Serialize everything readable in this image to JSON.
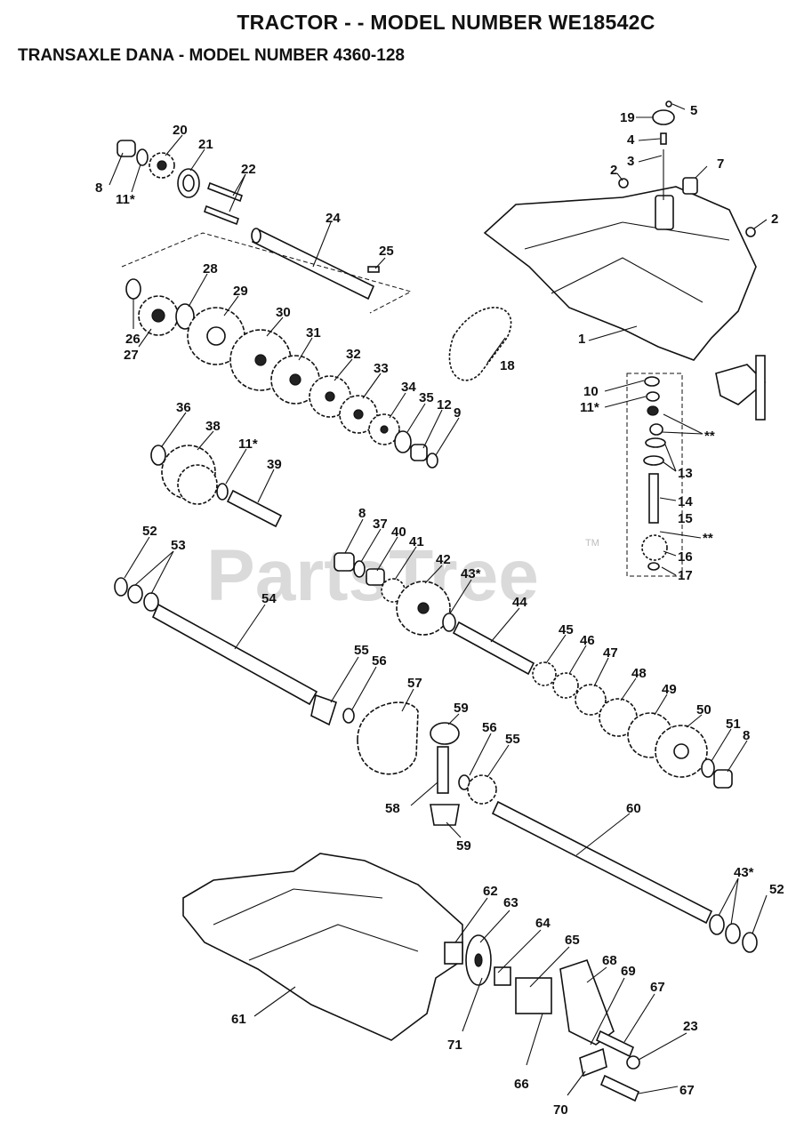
{
  "header": {
    "title": "TRACTOR - - MODEL NUMBER WE18542C",
    "subtitle": "TRANSAXLE DANA - MODEL NUMBER 4360-128"
  },
  "watermark": {
    "text": "PartsTree",
    "trademark": "TM"
  },
  "callouts": {
    "n1": "1",
    "n2a": "2",
    "n2b": "2",
    "n3": "3",
    "n4": "4",
    "n5": "5",
    "n7": "7",
    "n8a": "8",
    "n8b": "8",
    "n8c": "8",
    "n9": "9",
    "n10": "10",
    "n11a": "11*",
    "n11b": "11*",
    "n11c": "11*",
    "n12": "12",
    "n13": "13",
    "n14": "14",
    "n15": "15",
    "n16": "16",
    "n17": "17",
    "n18": "18",
    "n19": "19",
    "n20": "20",
    "n21": "21",
    "n22": "22",
    "n23": "23",
    "n24": "24",
    "n25": "25",
    "n26": "26",
    "n27": "27",
    "n28": "28",
    "n29": "29",
    "n30": "30",
    "n31": "31",
    "n32": "32",
    "n33": "33",
    "n34": "34",
    "n35": "35",
    "n36": "36",
    "n37": "37",
    "n38": "38",
    "n39": "39",
    "n40": "40",
    "n41": "41",
    "n42": "42",
    "n43a": "43*",
    "n43b": "43*",
    "n44": "44",
    "n45": "45",
    "n46": "46",
    "n47": "47",
    "n48": "48",
    "n49": "49",
    "n50": "50",
    "n51": "51",
    "n52a": "52",
    "n52b": "52",
    "n53": "53",
    "n54": "54",
    "n55a": "55",
    "n55b": "55",
    "n56a": "56",
    "n56b": "56",
    "n57": "57",
    "n58": "58",
    "n59a": "59",
    "n59b": "59",
    "n60": "60",
    "n61": "61",
    "n62": "62",
    "n63": "63",
    "n64": "64",
    "n65": "65",
    "n66": "66",
    "n67a": "67",
    "n67b": "67",
    "n68": "68",
    "n69": "69",
    "n70": "70",
    "n71": "71",
    "starA": "**",
    "starB": "**"
  }
}
